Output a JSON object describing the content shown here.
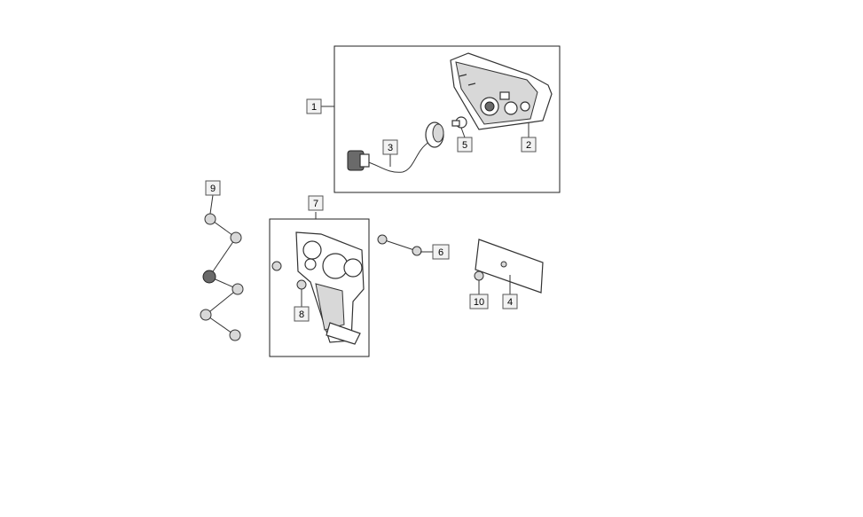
{
  "callouts": {
    "c1": "1",
    "c2": "2",
    "c3": "3",
    "c4": "4",
    "c5": "5",
    "c6": "6",
    "c7": "7",
    "c8": "8",
    "c9": "9",
    "c10": "10"
  },
  "colors": {
    "background": "#ffffff",
    "callout_fill": "#f2f2f2",
    "line": "#333333"
  }
}
